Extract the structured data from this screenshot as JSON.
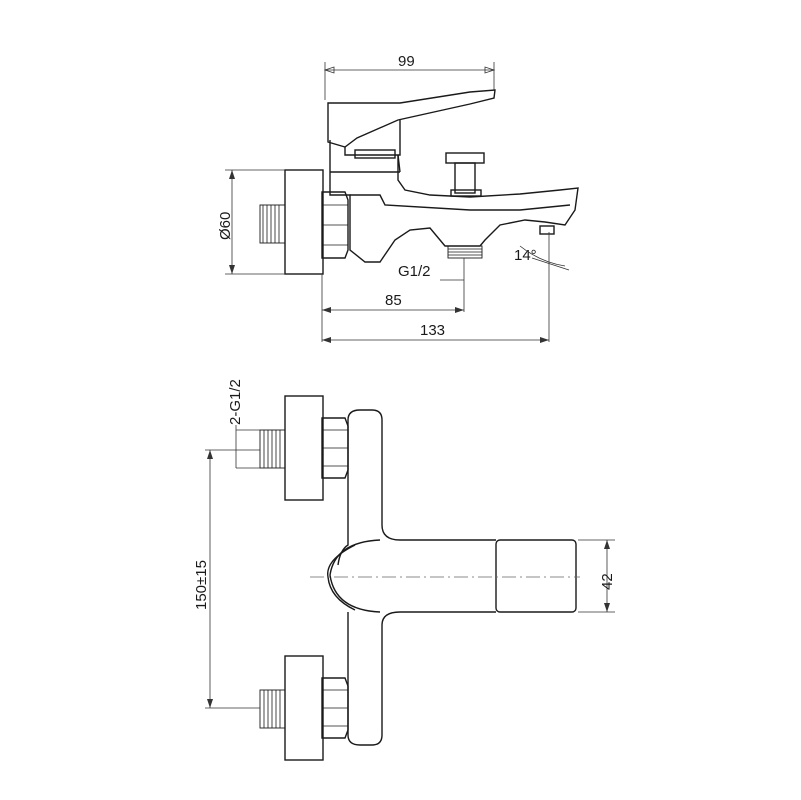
{
  "dimensions": {
    "top_width": "99",
    "diameter": "Ø60",
    "outlet_thread": "G1/2",
    "angle": "14°",
    "outlet_offset": "85",
    "overall_length": "133",
    "inlet_thread": "2-G1/2",
    "centers": "150±15",
    "handle_height": "42"
  }
}
